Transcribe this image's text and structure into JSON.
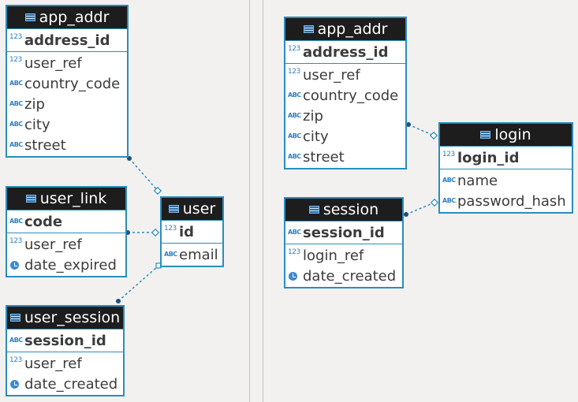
{
  "entities": {
    "app_addr_left": {
      "title": "app_addr",
      "pk": [
        {
          "type": "123",
          "name": "address_id"
        }
      ],
      "cols": [
        {
          "type": "123",
          "name": "user_ref"
        },
        {
          "type": "ABC",
          "name": "country_code"
        },
        {
          "type": "ABC",
          "name": "zip"
        },
        {
          "type": "ABC",
          "name": "city"
        },
        {
          "type": "ABC",
          "name": "street"
        }
      ]
    },
    "user_link": {
      "title": "user_link",
      "pk": [
        {
          "type": "ABC",
          "name": "code"
        }
      ],
      "cols": [
        {
          "type": "123",
          "name": "user_ref"
        },
        {
          "type": "clock",
          "name": "date_expired"
        }
      ]
    },
    "user": {
      "title": "user",
      "pk": [
        {
          "type": "123",
          "name": "id"
        }
      ],
      "cols": [
        {
          "type": "ABC",
          "name": "email"
        }
      ]
    },
    "user_session": {
      "title": "user_session",
      "pk": [
        {
          "type": "ABC",
          "name": "session_id"
        }
      ],
      "cols": [
        {
          "type": "123",
          "name": "user_ref"
        },
        {
          "type": "clock",
          "name": "date_created"
        }
      ]
    },
    "app_addr_right": {
      "title": "app_addr",
      "pk": [
        {
          "type": "123",
          "name": "address_id"
        }
      ],
      "cols": [
        {
          "type": "123",
          "name": "user_ref"
        },
        {
          "type": "ABC",
          "name": "country_code"
        },
        {
          "type": "ABC",
          "name": "zip"
        },
        {
          "type": "ABC",
          "name": "city"
        },
        {
          "type": "ABC",
          "name": "street"
        }
      ]
    },
    "session": {
      "title": "session",
      "pk": [
        {
          "type": "ABC",
          "name": "session_id"
        }
      ],
      "cols": [
        {
          "type": "123",
          "name": "login_ref"
        },
        {
          "type": "clock",
          "name": "date_created"
        }
      ]
    },
    "login": {
      "title": "login",
      "pk": [
        {
          "type": "123",
          "name": "login_id"
        }
      ],
      "cols": [
        {
          "type": "ABC",
          "name": "name"
        },
        {
          "type": "ABC",
          "name": "password_hash"
        }
      ]
    }
  },
  "colors": {
    "accent": "#2a8dbd",
    "header": "#1d1d1d",
    "canvas": "#f2f1f0"
  }
}
